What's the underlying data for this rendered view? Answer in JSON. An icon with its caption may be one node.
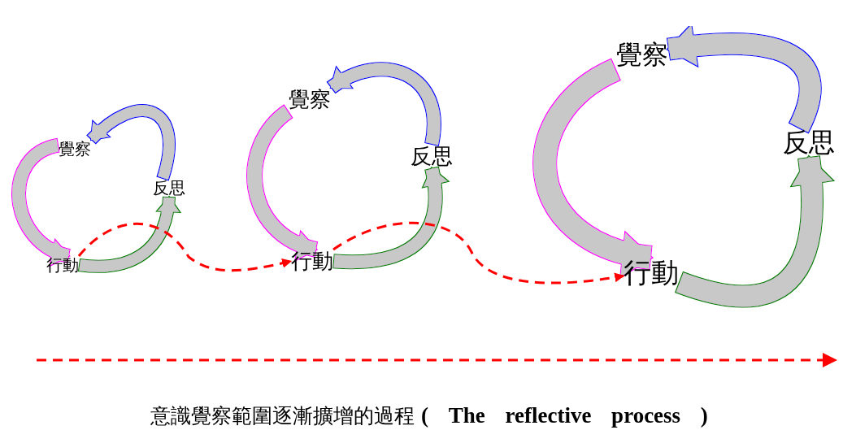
{
  "diagram": {
    "caption": "意識覺察範圍逐漸擴增的過程 **( The reflective process )**",
    "nodes": [
      {
        "text": [
          "覺察"
        ]
      },
      {
        "text": [
          "反思"
        ]
      },
      {
        "text": [
          "行動"
        ]
      },
      {
        "text": [
          "覺察"
        ]
      },
      {
        "text": [
          "反思"
        ]
      },
      {
        "text": [
          "行動"
        ]
      },
      {
        "text": [
          "覺察"
        ]
      },
      {
        "text": [
          "反思"
        ]
      },
      {
        "text": [
          "行動"
        ]
      }
    ],
    "edges": [
      {
        "from": 0,
        "to": 2,
        "arrow": "to",
        "color": "#ff00ff"
      },
      {
        "from": 2,
        "to": 1,
        "arrow": "to",
        "color": "#008000"
      },
      {
        "from": 1,
        "to": 0,
        "arrow": "to",
        "color": "#0000ff"
      },
      {
        "from": 3,
        "to": 5,
        "arrow": "to",
        "color": "#ff00ff"
      },
      {
        "from": 5,
        "to": 4,
        "arrow": "to",
        "color": "#008000"
      },
      {
        "from": 4,
        "to": 3,
        "arrow": "to",
        "color": "#0000ff"
      },
      {
        "from": 6,
        "to": 8,
        "arrow": "to",
        "color": "#ff00ff"
      },
      {
        "from": 8,
        "to": 7,
        "arrow": "to",
        "color": "#008000"
      },
      {
        "from": 7,
        "to": 6,
        "arrow": "to",
        "color": "#0000ff"
      },
      {
        "from": 2,
        "to": 5,
        "arrow": "to",
        "style": "dashed",
        "color": "#ff0000"
      },
      {
        "from": 5,
        "to": 8,
        "arrow": "to",
        "style": "dashed",
        "color": "#ff0000"
      }
    ]
  }
}
